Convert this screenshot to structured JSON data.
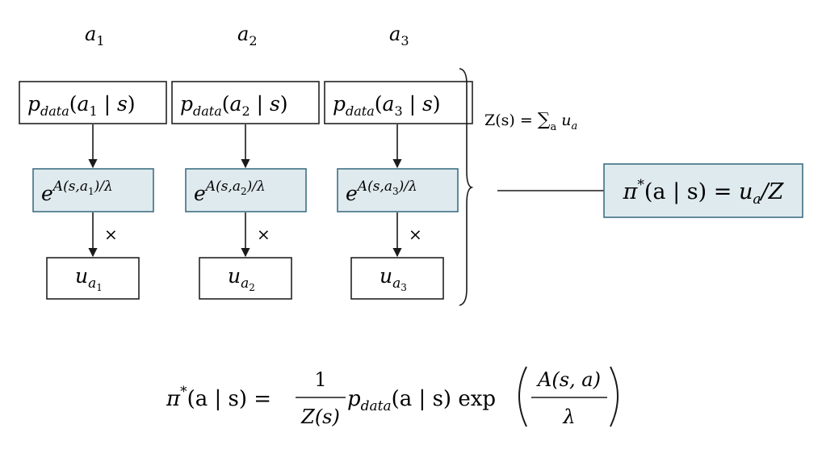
{
  "columns": [
    {
      "header": {
        "base": "a",
        "sub": "1"
      },
      "prob": {
        "fn": "p",
        "fn_sub": "data",
        "arg_base": "a",
        "arg_sub": "1",
        "given": "s"
      },
      "exp": {
        "base": "e",
        "sup_pre": "A(s,",
        "sup_var": "a",
        "sup_sub": "1",
        "sup_post": ")/λ"
      },
      "times": "×",
      "u": {
        "base": "u",
        "sub": "a",
        "subsub": "1"
      }
    },
    {
      "header": {
        "base": "a",
        "sub": "2"
      },
      "prob": {
        "fn": "p",
        "fn_sub": "data",
        "arg_base": "a",
        "arg_sub": "2",
        "given": "s"
      },
      "exp": {
        "base": "e",
        "sup_pre": "A(s,",
        "sup_var": "a",
        "sup_sub": "2",
        "sup_post": ")/λ"
      },
      "times": "×",
      "u": {
        "base": "u",
        "sub": "a",
        "subsub": "2"
      }
    },
    {
      "header": {
        "base": "a",
        "sub": "3"
      },
      "prob": {
        "fn": "p",
        "fn_sub": "data",
        "arg_base": "a",
        "arg_sub": "3",
        "given": "s"
      },
      "exp": {
        "base": "e",
        "sup_pre": "A(s,",
        "sup_var": "a",
        "sup_sub": "3",
        "sup_post": ")/λ"
      },
      "times": "×",
      "u": {
        "base": "u",
        "sub": "a",
        "subsub": "3"
      }
    }
  ],
  "partition": {
    "lhs": "Z(s) = ",
    "sum": "∑",
    "sum_sub": "a",
    "term_base": "u",
    "term_sub": "a"
  },
  "policy": {
    "pi": "π",
    "star": "*",
    "cond": "(a | s) = ",
    "u_base": "u",
    "u_sub": "a",
    "tail": "/Z"
  },
  "formula": {
    "lhs_pi": "π",
    "lhs_star": "*",
    "lhs_rest": "(a | s) = ",
    "frac_num": "1",
    "frac_den": "Z(s)",
    "p_fn": "p",
    "p_sub": "data",
    "p_arg": "(a | s) ",
    "exp_word": "exp",
    "inner_num": "A(s, a)",
    "inner_den": "λ"
  },
  "colors": {
    "box_border": "#222222",
    "exp_fill": "#dfeaee",
    "exp_border": "#3f6f84",
    "policy_fill": "#dfeaee",
    "policy_border": "#3f6f84",
    "ink": "#1a1a1a"
  }
}
